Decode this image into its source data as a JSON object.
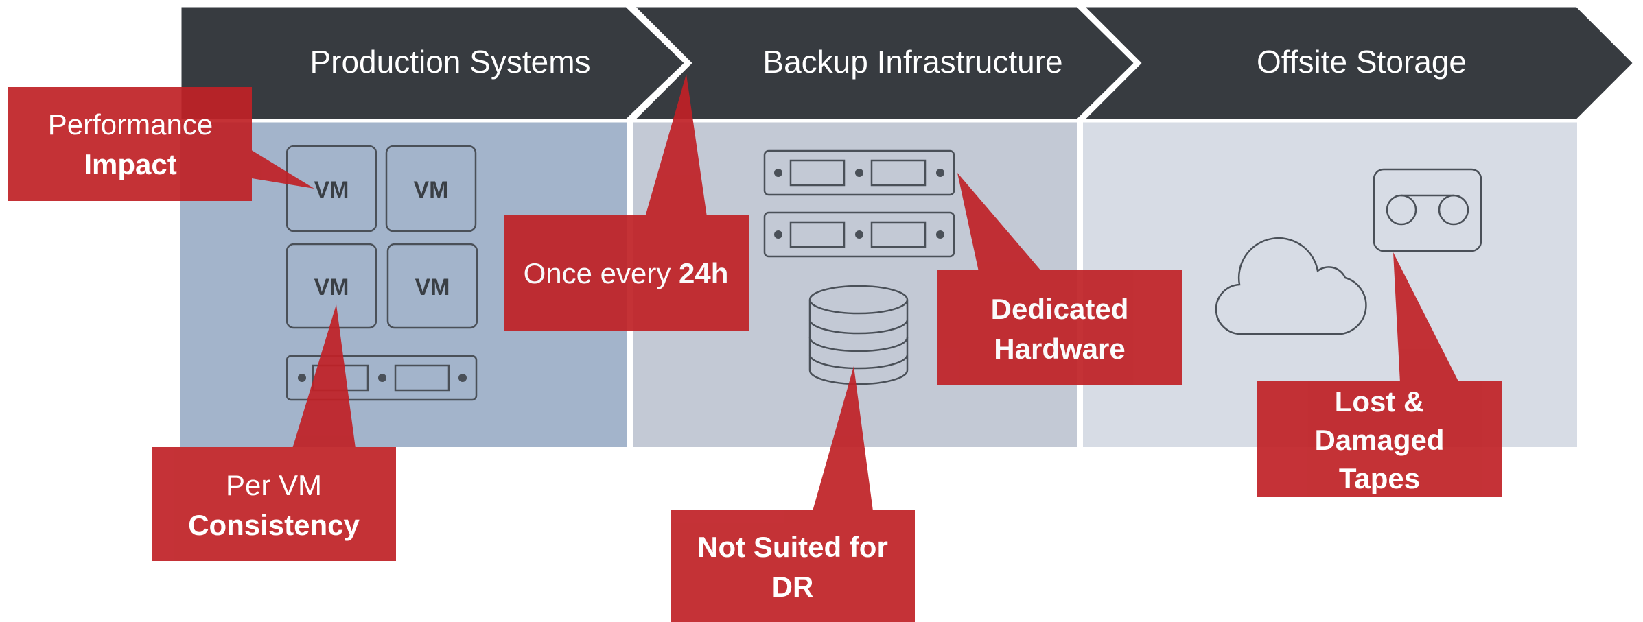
{
  "stages": [
    {
      "label": "Production Systems"
    },
    {
      "label": "Backup Infrastructure"
    },
    {
      "label": "Offsite Storage"
    }
  ],
  "vm_labels": [
    "VM",
    "VM",
    "VM",
    "VM"
  ],
  "callouts": {
    "performance": {
      "line1": "Performance",
      "line2": "Impact"
    },
    "once": {
      "prefix": "Once every ",
      "bold": "24h"
    },
    "per_vm": {
      "line1": "Per VM",
      "line2": "Consistency"
    },
    "dedicated": {
      "line1": "Dedicated",
      "line2": "Hardware"
    },
    "not_suited": {
      "line1": "Not Suited for",
      "line2": "DR"
    },
    "lost": {
      "line1": "Lost &",
      "line2": "Damaged",
      "line3": "Tapes"
    }
  },
  "colors": {
    "header": "#373b40",
    "production_panel": "#a3b4cb",
    "backup_panel": "#c3c9d5",
    "offsite_panel": "#d7dce5",
    "callout": "#c02126"
  },
  "icons": [
    "server-icon",
    "database-icon",
    "cloud-icon",
    "tape-icon"
  ]
}
